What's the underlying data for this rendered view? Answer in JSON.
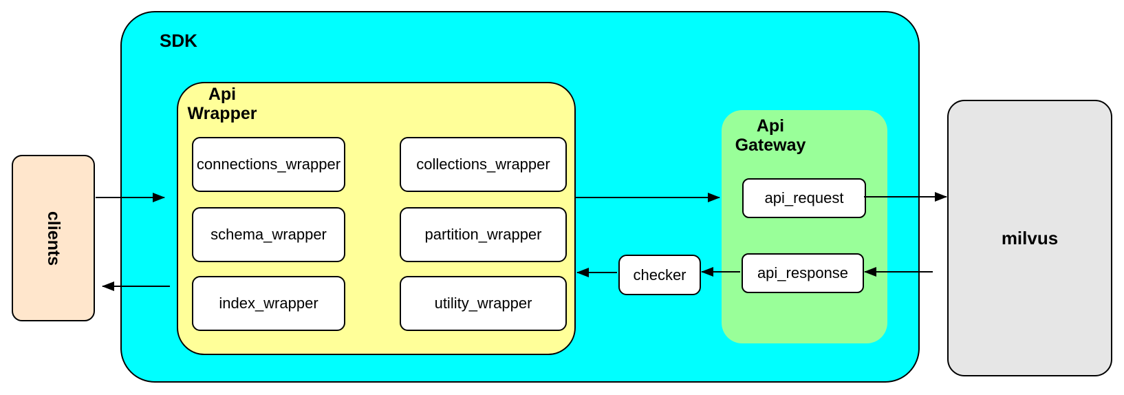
{
  "colors": {
    "sdk_fill": "#00FFFF",
    "api_wrapper_fill": "#FFFF99",
    "api_gateway_fill": "#99FF99",
    "clients_fill": "#FFE6CC",
    "milvus_fill": "#E6E6E6",
    "box_fill": "#FFFFFF",
    "stroke": "#000000"
  },
  "nodes": {
    "clients": {
      "label": "clients"
    },
    "sdk": {
      "label": "SDK"
    },
    "api_wrapper": {
      "label": "Api Wrapper",
      "boxes": [
        {
          "label": "connections_wrapper"
        },
        {
          "label": "collections_wrapper"
        },
        {
          "label": "schema_wrapper"
        },
        {
          "label": "partition_wrapper"
        },
        {
          "label": "index_wrapper"
        },
        {
          "label": "utility_wrapper"
        }
      ]
    },
    "api_gateway": {
      "label": "Api Gateway",
      "boxes": [
        {
          "label": "api_request"
        },
        {
          "label": "api_response"
        }
      ]
    },
    "checker": {
      "label": "checker"
    },
    "milvus": {
      "label": "milvus"
    }
  },
  "edges": [
    {
      "from": "clients",
      "to": "api_wrapper"
    },
    {
      "from": "api_wrapper",
      "to": "clients"
    },
    {
      "from": "api_wrapper",
      "to": "api_gateway"
    },
    {
      "from": "api_request",
      "to": "milvus"
    },
    {
      "from": "milvus",
      "to": "api_response"
    },
    {
      "from": "api_response",
      "to": "checker"
    },
    {
      "from": "checker",
      "to": "api_wrapper"
    }
  ]
}
